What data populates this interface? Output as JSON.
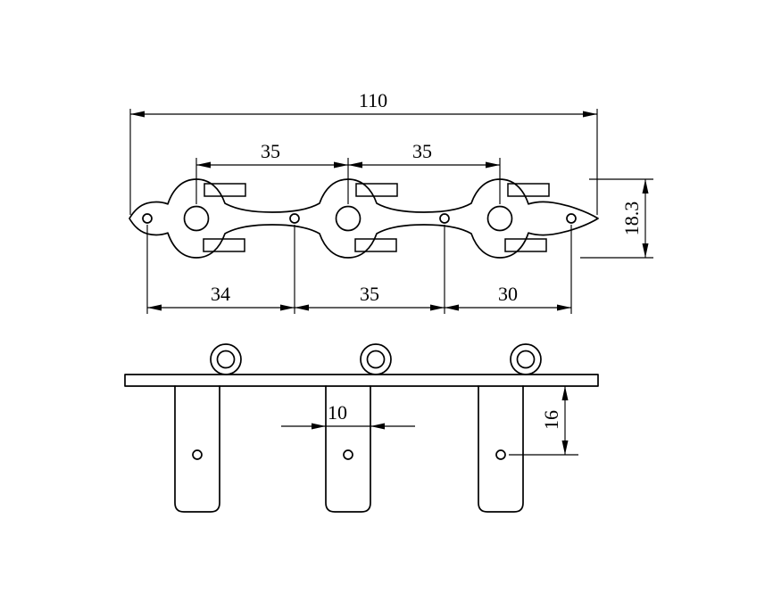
{
  "drawing": {
    "type": "technical-dimension-drawing",
    "subject": "3-in-line tuning machine mounting plate, top and side views",
    "background_color": "#ffffff",
    "line_color": "#000000",
    "dimensions": {
      "overall_length": "110",
      "top_pitch_left": "35",
      "top_pitch_right": "35",
      "plate_height": "18.3",
      "bottom_pitch_left": "34",
      "bottom_pitch_middle": "35",
      "bottom_pitch_right": "30",
      "post_width": "10",
      "post_hole_offset": "16"
    }
  }
}
